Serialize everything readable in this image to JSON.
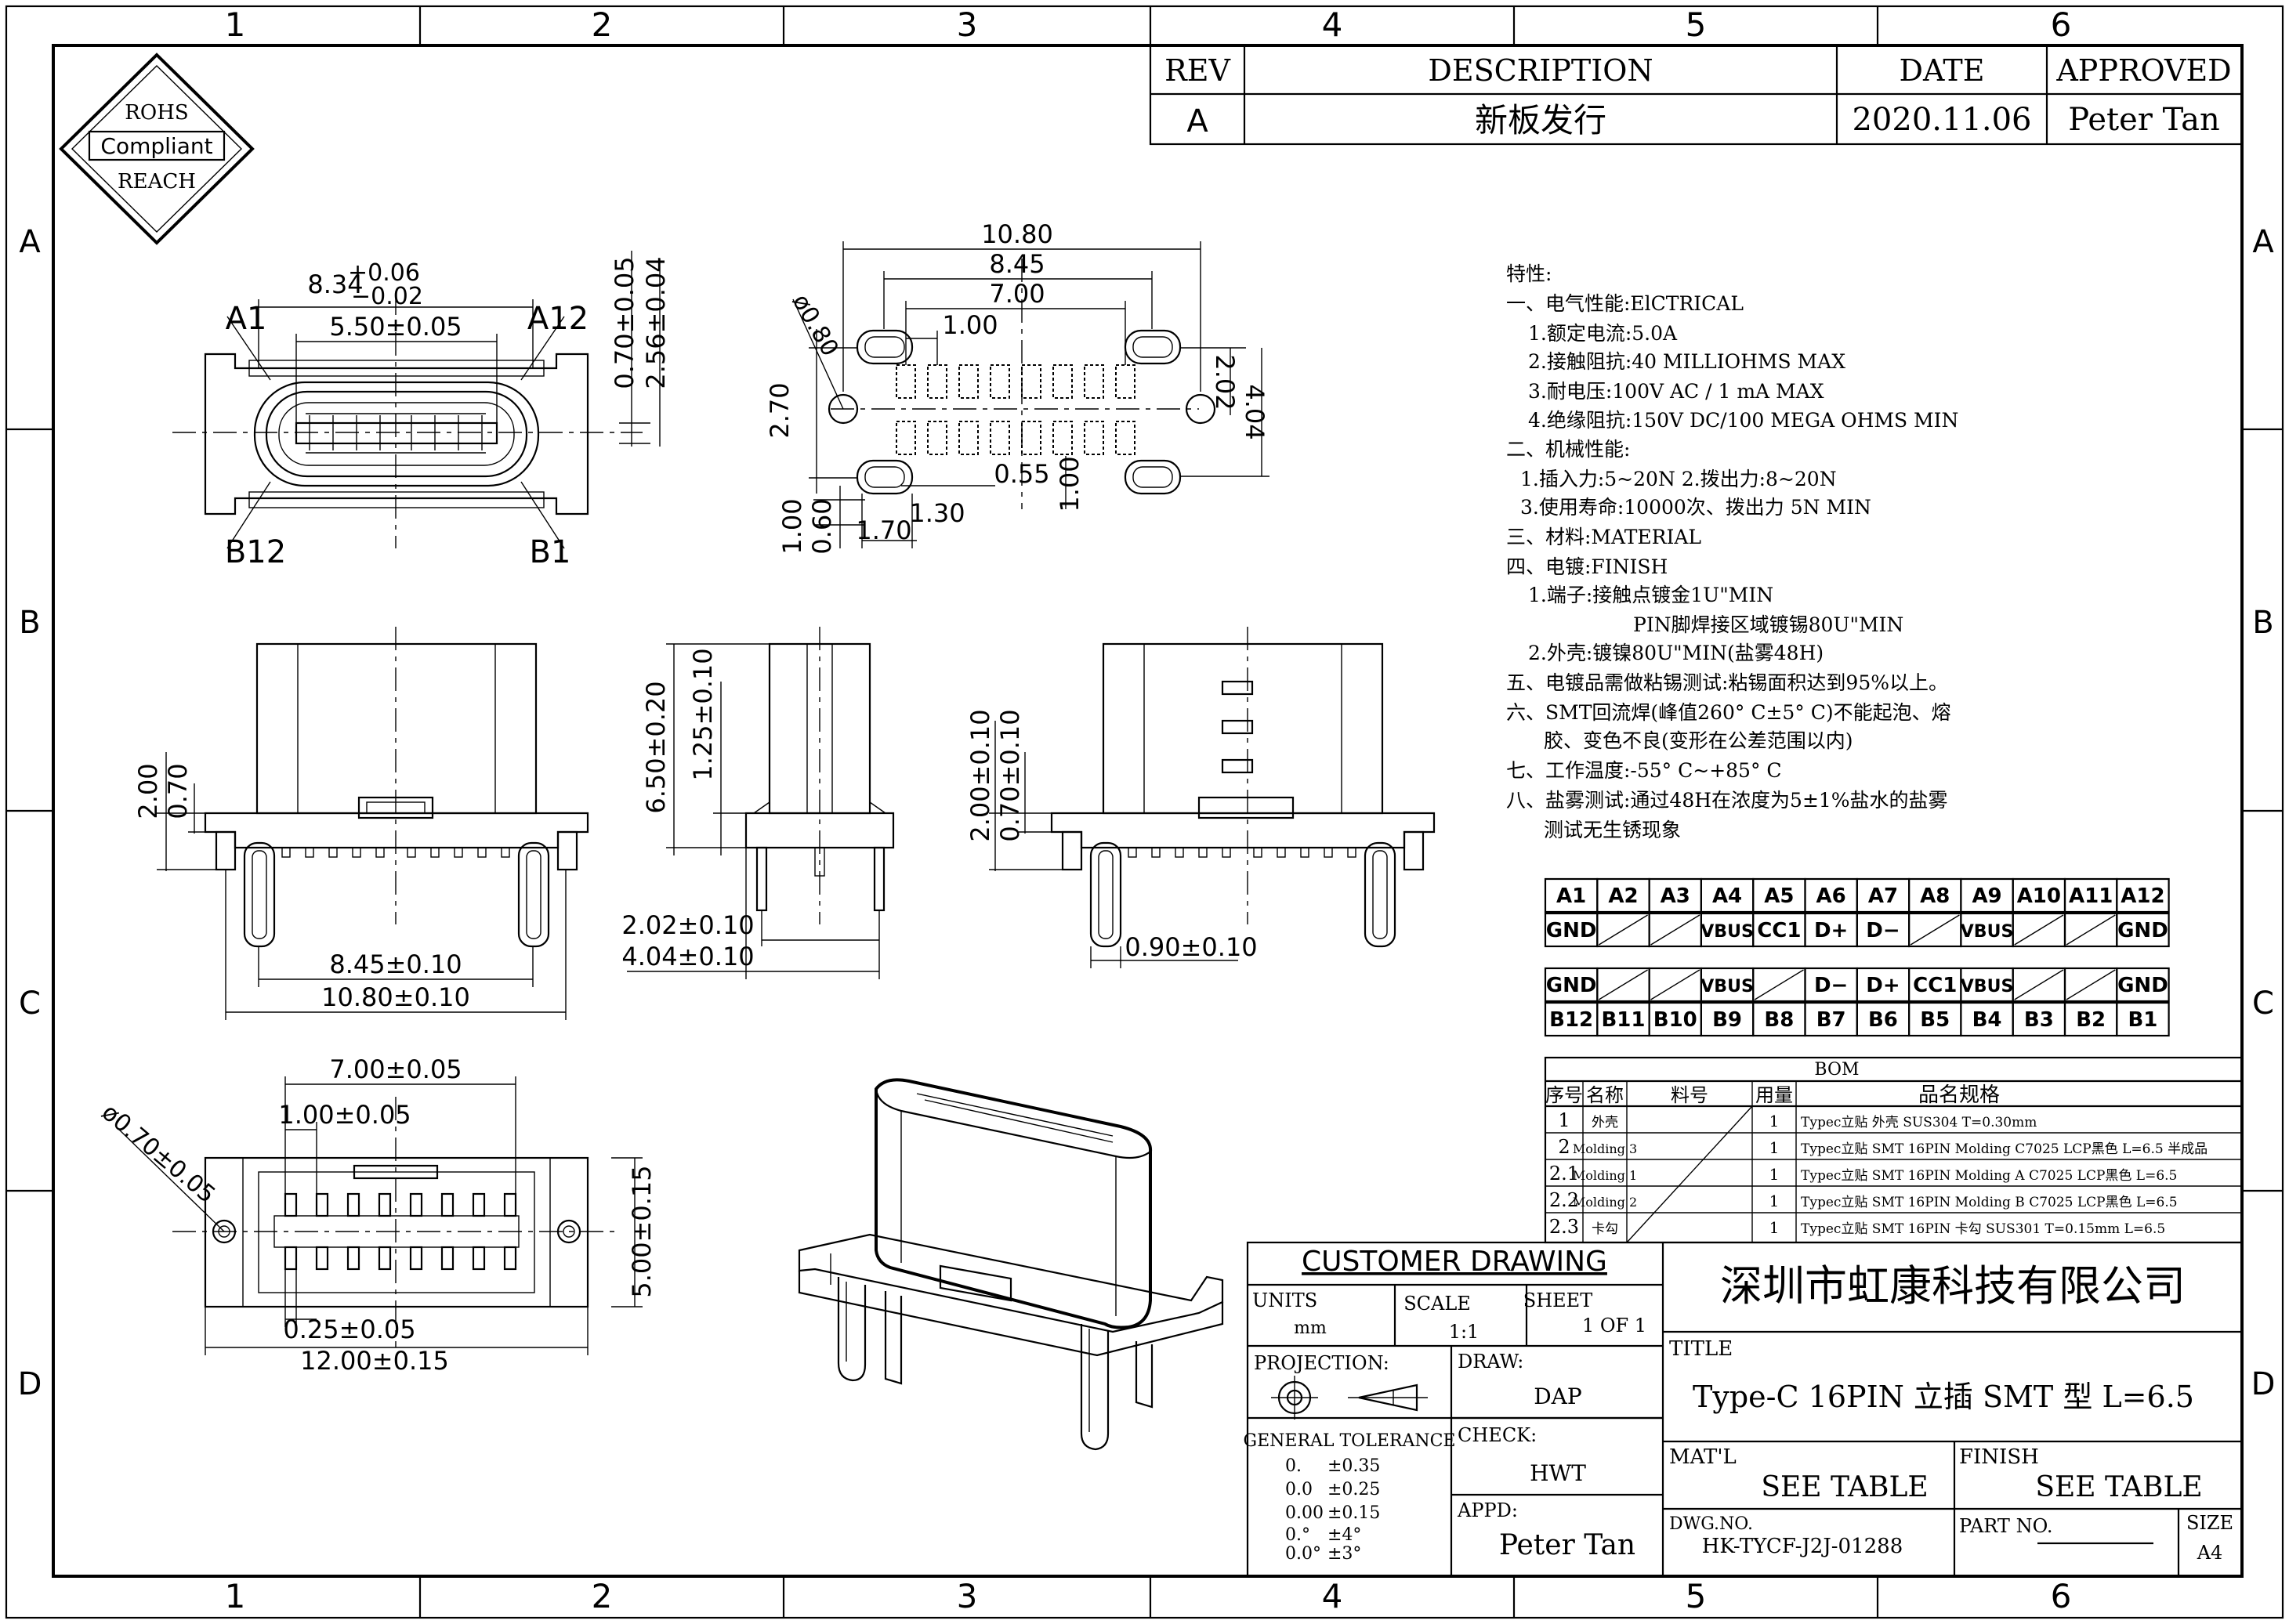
{
  "frame": {
    "columns": [
      "1",
      "2",
      "3",
      "4",
      "5",
      "6"
    ],
    "rows": [
      "A",
      "B",
      "C",
      "D"
    ]
  },
  "rohs": {
    "top": "ROHS",
    "mid": "Compliant",
    "bot": "REACH"
  },
  "revision": {
    "headers": {
      "rev": "REV",
      "description": "DESCRIPTION",
      "date": "DATE",
      "approved": "APPROVED"
    },
    "row": {
      "rev": "A",
      "description": "新板发行",
      "date": "2020.11.06",
      "approved": "Peter Tan"
    }
  },
  "dims": {
    "top_view": {
      "width": "8.34",
      "tol_plus": "+0.06",
      "tol_minus": "−0.02",
      "inner": "5.50±0.05",
      "a1": "A1",
      "a12": "A12",
      "b12": "B12",
      "b1": "B1",
      "h1": "0.70±0.05",
      "h2": "2.56±0.04"
    },
    "footprint": {
      "w1": "10.80",
      "w2": "8.45",
      "w3": "7.00",
      "pitch": "1.00",
      "hole": "ø0.80",
      "h_left": "2.70",
      "h_right1": "2.02",
      "h_right2": "4.04",
      "pad_w": "0.55",
      "pad_gap": "1.00",
      "l1": "1.00",
      "l2": "0.60",
      "l3": "1.30",
      "l4": "1.70"
    },
    "front_view": {
      "h1": "2.00",
      "h2": "0.70",
      "w1": "8.45±0.10",
      "w2": "10.80±0.10"
    },
    "side_view": {
      "h1": "6.50±0.20",
      "h2": "1.25±0.10",
      "w1": "2.02±0.10",
      "w2": "4.04±0.10"
    },
    "side_view2": {
      "h1": "2.00±0.10",
      "h2": "0.70±0.10",
      "w1": "0.90±0.10"
    },
    "bottom_view": {
      "w1": "7.00±0.05",
      "pitch": "1.00±0.05",
      "hole": "ø0.70±0.05",
      "h1": "5.00±0.15",
      "pad": "0.25±0.05",
      "w2": "12.00±0.15"
    }
  },
  "specs": [
    "特性:",
    "一、电气性能:ElCTRICAL",
    "1.额定电流:5.0A",
    "2.接触阻抗:40 MILLIOHMS MAX",
    "3.耐电压:100V AC / 1 mA MAX",
    "4.绝缘阻抗:150V DC/100 MEGA OHMS MIN",
    "二、机械性能:",
    "1.插入力:5~20N  2.拨出力:8~20N",
    "3.使用寿命:10000次、拨出力 5N MIN",
    "三、材料:MATERIAL",
    "四、电镀:FINISH",
    "1.端子:接触点镀金1U\"MIN",
    "PIN脚焊接区域镀锡80U\"MIN",
    "2.外壳:镀镍80U\"MIN(盐雾48H)",
    "五、电镀品需做粘锡测试:粘锡面积达到95%以上。",
    "六、SMT回流焊(峰值260° C±5° C)不能起泡、熔",
    "胶、变色不良(变形在公差范围以内)",
    "七、工作温度:-55° C~+85° C",
    "八、盐雾测试:通过48H在浓度为5±1%盐水的盐雾",
    "测试无生锈现象"
  ],
  "pinout": {
    "top_header": [
      "A1",
      "A2",
      "A3",
      "A4",
      "A5",
      "A6",
      "A7",
      "A8",
      "A9",
      "A10",
      "A11",
      "A12"
    ],
    "top_signals": [
      "GND",
      "",
      "",
      "VBUS",
      "CC1",
      "D+",
      "D−",
      "",
      "VBUS",
      "",
      "",
      "GND"
    ],
    "bottom_signals": [
      "GND",
      "",
      "",
      "VBUS",
      "",
      "D−",
      "D+",
      "CC1",
      "VBUS",
      "",
      "",
      "GND"
    ],
    "bottom_header": [
      "B12",
      "B11",
      "B10",
      "B9",
      "B8",
      "B7",
      "B6",
      "B5",
      "B4",
      "B3",
      "B2",
      "B1"
    ]
  },
  "bom": {
    "title": "BOM",
    "headers": {
      "no": "序号",
      "name": "名称",
      "part": "料号",
      "qty": "用量",
      "spec": "品名规格"
    },
    "rows": [
      {
        "no": "1",
        "name": "外壳",
        "qty": "1",
        "spec": "Typec立贴 外壳 SUS304 T=0.30mm"
      },
      {
        "no": "2",
        "name": "Molding 3",
        "qty": "1",
        "spec": "Typec立贴 SMT 16PIN Molding C7025 LCP黑色 L=6.5 半成品"
      },
      {
        "no": "2.1",
        "name": "Molding 1",
        "qty": "1",
        "spec": "Typec立贴 SMT 16PIN Molding A C7025 LCP黑色 L=6.5"
      },
      {
        "no": "2.2",
        "name": "Molding 2",
        "qty": "1",
        "spec": "Typec立贴 SMT 16PIN Molding B C7025 LCP黑色 L=6.5"
      },
      {
        "no": "2.3",
        "name": "卡勾",
        "qty": "1",
        "spec": "Typec立贴 SMT 16PIN 卡勾 SUS301 T=0.15mm L=6.5"
      }
    ]
  },
  "title_block": {
    "customer_drawing": "CUSTOMER DRAWING",
    "units_label": "UNITS",
    "units": "mm",
    "scale_label": "SCALE",
    "scale": "1:1",
    "sheet_label": "SHEET",
    "sheet": "1 OF 1",
    "company": "深圳市虹康科技有限公司",
    "title_label": "TITLE",
    "title": "Type-C 16PIN 立插 SMT 型 L=6.5",
    "projection_label": "PROJECTION:",
    "draw_label": "DRAW:",
    "draw": "DAP",
    "check_label": "CHECK:",
    "check": "HWT",
    "appd_label": "APPD:",
    "appd": "Peter Tan",
    "tolerance_label": "GENERAL  TOLERANCE",
    "tolerances": [
      {
        "k": "0.",
        "v": "±0.35"
      },
      {
        "k": "0.0",
        "v": "±0.25"
      },
      {
        "k": "0.00",
        "v": "±0.15"
      },
      {
        "k": "0.°",
        "v": "±4°"
      },
      {
        "k": "0.0°",
        "v": "±3°"
      }
    ],
    "matl_label": "MAT'L",
    "matl": "SEE TABLE",
    "finish_label": "FINISH",
    "finish": "SEE TABLE",
    "dwg_label": "DWG.NO.",
    "dwg": "HK-TYCF-J2J-01288",
    "part_label": "PART NO.",
    "size_label": "SIZE",
    "size": "A4"
  }
}
